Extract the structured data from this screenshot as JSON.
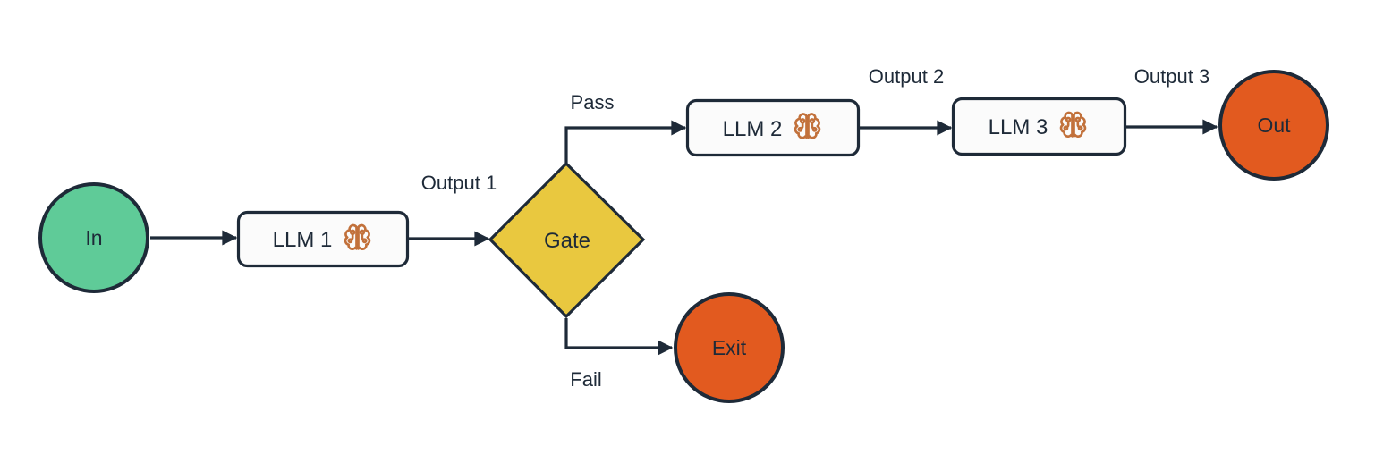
{
  "diagram": {
    "type": "flowchart",
    "nodes": {
      "in": {
        "label": "In",
        "shape": "circle"
      },
      "llm1": {
        "label": "LLM 1",
        "shape": "rounded-rect",
        "icon": "brain-icon"
      },
      "gate": {
        "label": "Gate",
        "shape": "diamond"
      },
      "llm2": {
        "label": "LLM 2",
        "shape": "rounded-rect",
        "icon": "brain-icon"
      },
      "llm3": {
        "label": "LLM 3",
        "shape": "rounded-rect",
        "icon": "brain-icon"
      },
      "out": {
        "label": "Out",
        "shape": "circle"
      },
      "exit": {
        "label": "Exit",
        "shape": "circle"
      }
    },
    "edges": [
      {
        "from": "in",
        "to": "llm1",
        "label": ""
      },
      {
        "from": "llm1",
        "to": "gate",
        "label": "Output 1"
      },
      {
        "from": "gate",
        "to": "llm2",
        "label": "Pass"
      },
      {
        "from": "gate",
        "to": "exit",
        "label": "Fail"
      },
      {
        "from": "llm2",
        "to": "llm3",
        "label": "Output 2"
      },
      {
        "from": "llm3",
        "to": "out",
        "label": "Output 3"
      }
    ],
    "colors": {
      "stroke": "#1e2a38",
      "node_fill": "#fbfbfb",
      "start_fill": "#5fcb98",
      "end_fill": "#e25a1f",
      "gate_fill": "#e9c83f",
      "icon": "#c2713b",
      "background": "#ffffff"
    }
  }
}
